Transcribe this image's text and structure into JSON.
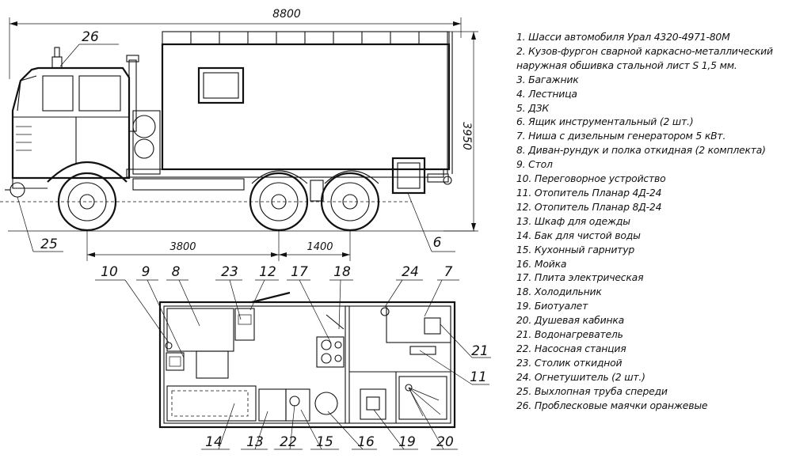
{
  "dimensions": {
    "overall_length": "8800",
    "height": "3950",
    "wheelbase_front": "3800",
    "wheelbase_rear": "1400"
  },
  "side_callouts": [
    "26",
    "25",
    "6"
  ],
  "plan_top_callouts": [
    "10",
    "9",
    "8",
    "23",
    "12",
    "17",
    "18",
    "24",
    "7"
  ],
  "plan_right_callouts": [
    "21",
    "11"
  ],
  "plan_bottom_callouts": [
    "14",
    "13",
    "22",
    "15",
    "16",
    "19",
    "20"
  ],
  "legend": [
    "1. Шасси автомобиля Урал 4320-4971-80М",
    "2. Кузов-фургон сварной каркасно-металлический",
    "наружная обшивка стальной лист S 1,5 мм.",
    "3. Багажник",
    "4. Лестница",
    "5. ДЗК",
    "6. Ящик инструментальный (2 шт.)",
    "7. Ниша с дизельным генератором 5 кВт.",
    "8. Диван-рундук и полка откидная (2 комплекта)",
    "9. Стол",
    "10. Переговорное устройство",
    "11. Отопитель Планар 4Д-24",
    "12. Отопитель Планар 8Д-24",
    "13. Шкаф для одежды",
    "14. Бак для чистой воды",
    "15. Кухонный гарнитур",
    "16. Мойка",
    "17. Плита электрическая",
    "18. Холодильник",
    "19. Биотуалет",
    "20. Душевая кабинка",
    "21. Водонагреватель",
    "22. Насосная станция",
    "23. Столик откидной",
    "24. Огнетушитель (2 шт.)",
    "25. Выхлопная труба спереди",
    "26. Проблесковые маячки оранжевые"
  ]
}
